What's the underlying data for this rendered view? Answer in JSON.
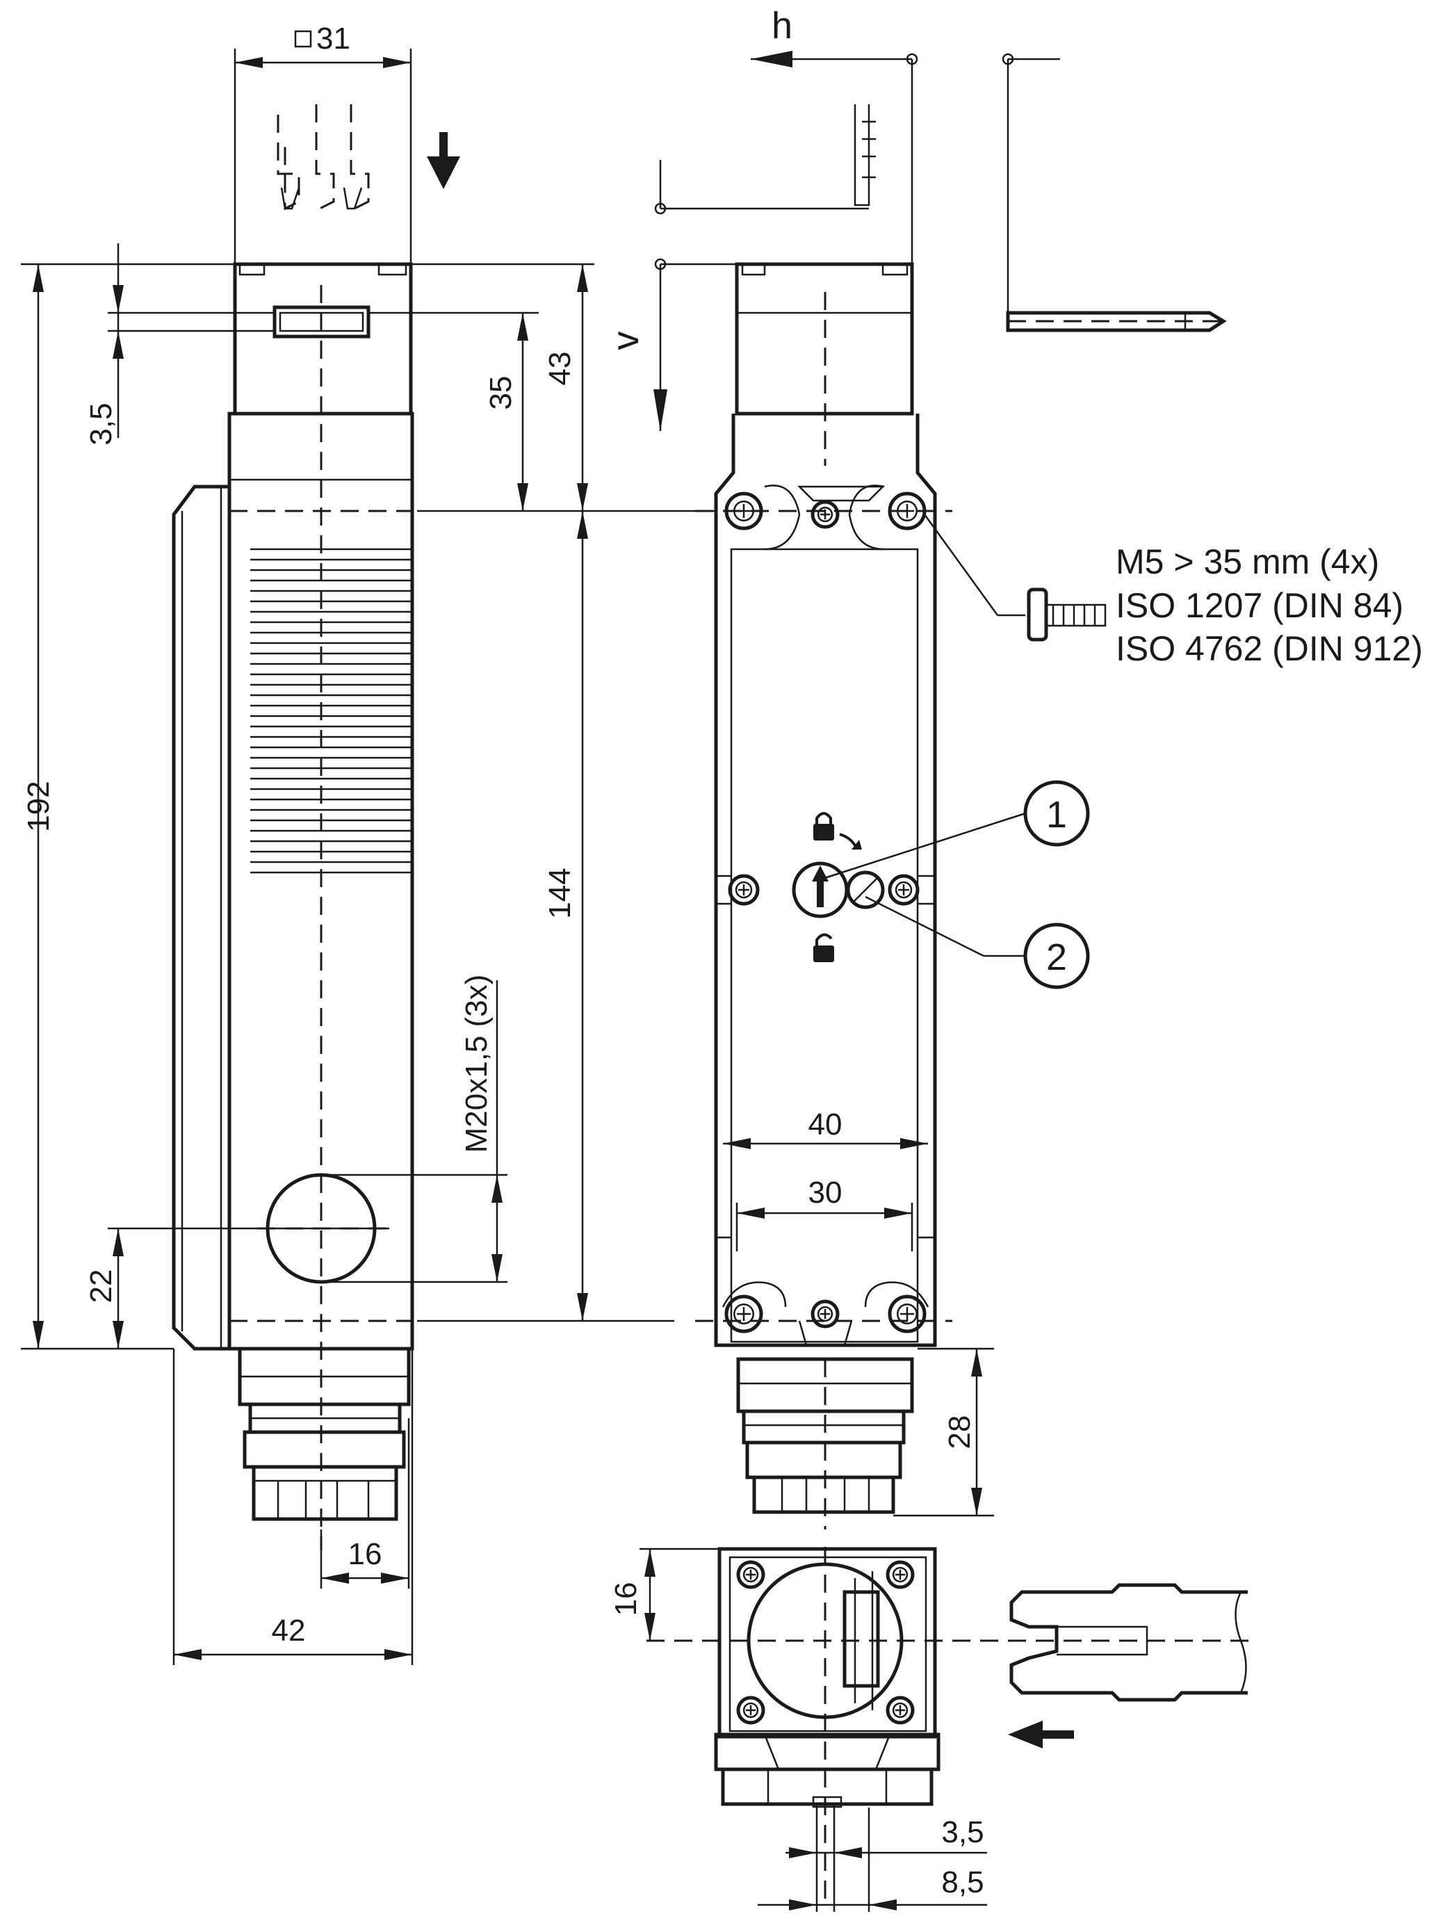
{
  "dimensions": {
    "square_width": "31",
    "top_offset": "3,5",
    "actuator_height": "35",
    "top_height": "43",
    "overall_height": "192",
    "body_height": "144",
    "gland_thread": "M20x1,5 (3x)",
    "bottom_offset": "22",
    "gland_offset": "16",
    "overall_depth": "42",
    "hole_spacing_outer": "40",
    "hole_spacing_inner": "30",
    "gland_height": "28",
    "bottom_view_offset": "16",
    "slot_offset_small": "3,5",
    "slot_offset_large": "8,5"
  },
  "direction_labels": {
    "horizontal": "h",
    "vertical": "v"
  },
  "screw_note": {
    "line1": "M5 > 35 mm (4x)",
    "line2": "ISO 1207 (DIN 84)",
    "line3": "ISO 4762 (DIN 912)"
  },
  "callouts": {
    "item1": "1",
    "item2": "2"
  },
  "icons": [
    "lock-closed-icon",
    "lock-open-icon",
    "direction-arrow-icon",
    "screw-icon"
  ]
}
